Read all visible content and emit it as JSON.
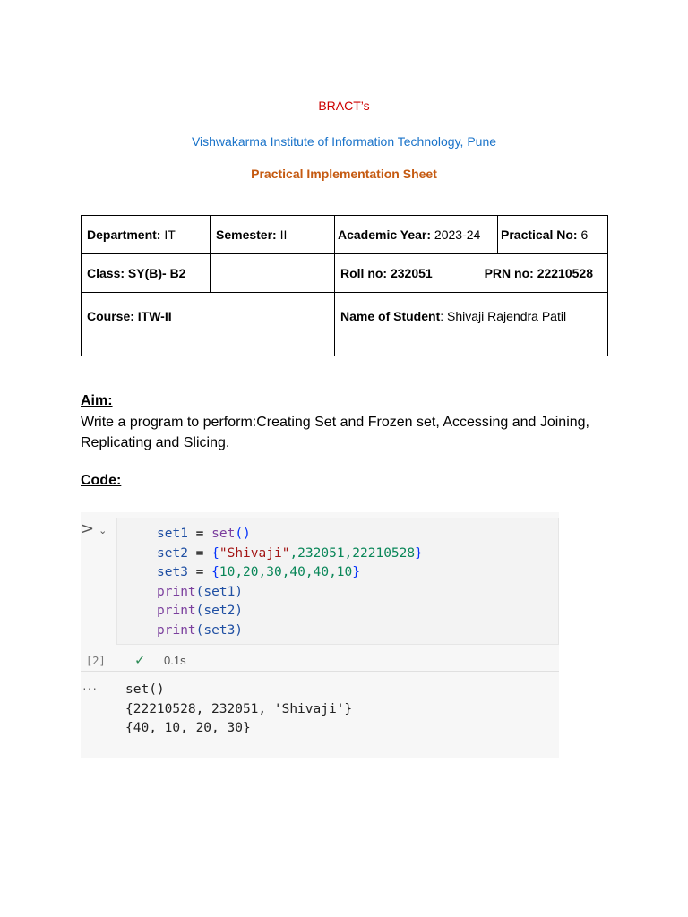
{
  "header": {
    "institute_top": "BRACT’s",
    "institute_name": "Vishwakarma Institute of Information Technology, Pune",
    "sheet_title": "Practical Implementation Sheet",
    "colors": {
      "red": "#cc0000",
      "blue": "#1a73c9",
      "orange": "#c55a11"
    }
  },
  "info_table": {
    "department_label": "Department:",
    "department_value": " IT",
    "semester_label": "Semester:",
    "semester_value": " II",
    "academic_year_label": "Academic Year:",
    "academic_year_value": " 2023-24",
    "practical_label": "Practical No:",
    "practical_value": " 6",
    "class_text": "Class: SY(B)- B2",
    "roll_text": "Roll no: 232051",
    "prn_text": "PRN no: 22210528",
    "course_text": "Course: ITW-II",
    "student_label": "Name of Student",
    "student_value": ": Shivaji Rajendra Patil"
  },
  "aim": {
    "heading": "Aim:",
    "text": "Write a program to perform:Creating Set and Frozen set, Accessing and Joining, Replicating and Slicing."
  },
  "code_section": {
    "heading": "Code:"
  },
  "notebook": {
    "run_icon": "run-chevron-icon",
    "exec_count": "[2]",
    "exec_time": "0.1s",
    "output_marker": "···",
    "code": {
      "l1": {
        "var": "set1",
        "op": " = ",
        "fn": "set",
        "rest": "()"
      },
      "l2": {
        "var": "set2",
        "op": " = ",
        "open": "{",
        "str": "\"Shivaji\"",
        "rest": ",232051,22210528",
        "close": "}"
      },
      "l3": {
        "var": "set3",
        "op": " = ",
        "open": "{",
        "nums": "10,20,30,40,40,10",
        "close": "}"
      },
      "l4": {
        "fn": "print",
        "arg": "(set1)"
      },
      "l5": {
        "fn": "print",
        "arg": "(set2)"
      },
      "l6": {
        "fn": "print",
        "arg": "(set3)"
      }
    },
    "output": [
      "set()",
      "{22210528, 232051, 'Shivaji'}",
      "{40, 10, 20, 30}"
    ]
  }
}
